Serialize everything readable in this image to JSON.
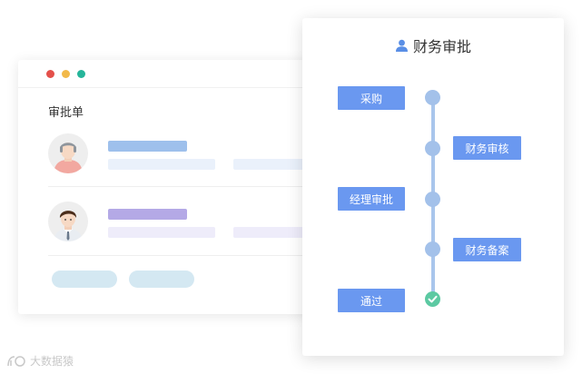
{
  "form": {
    "title": "审批单",
    "window_dots": [
      "red",
      "yellow",
      "green"
    ]
  },
  "flow": {
    "title": "财务审批",
    "steps_left": [
      {
        "label": "采购"
      },
      {
        "label": "经理审批"
      },
      {
        "label": "通过"
      }
    ],
    "steps_right": [
      {
        "label": "财务审核"
      },
      {
        "label": "财务备案"
      }
    ]
  },
  "watermark": {
    "text": "大数据猿"
  },
  "colors": {
    "step_blue": "#6a98f0",
    "timeline": "#a9c6ec",
    "done_green": "#5cc9a2",
    "row1_bar": "#9ec0ec",
    "row2_bar": "#b4a9e6"
  }
}
